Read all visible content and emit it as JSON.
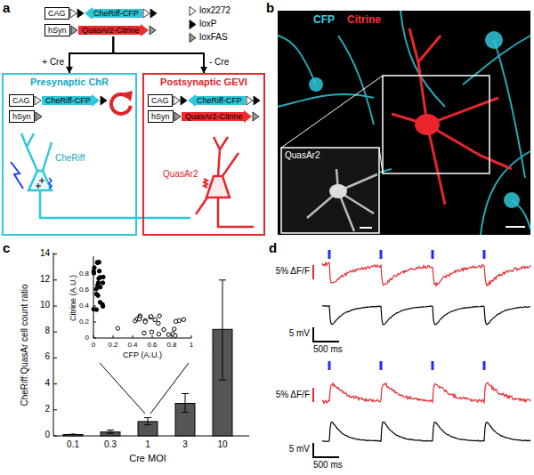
{
  "diagram": {
    "nodes": [
      {
        "text": [
          "CAG"
        ]
      },
      {
        "text": [
          "CheRiff-CFP"
        ]
      },
      {
        "text": [
          "hSyn"
        ]
      },
      {
        "text": [
          "QuasAr2-Citrine"
        ]
      },
      {
        "text": [
          "Presynaptic ChR"
        ]
      },
      {
        "text": [
          "CAG"
        ],
        "in": 4
      },
      {
        "text": [
          "CheRiff-CFP"
        ],
        "in": 4
      },
      {
        "text": [
          "hSyn"
        ],
        "in": 4
      },
      {
        "text": [
          "Postsynaptic GEVI"
        ]
      },
      {
        "text": [
          "CAG"
        ],
        "in": 8
      },
      {
        "text": [
          "CheRiff-CFP"
        ],
        "in": 8
      },
      {
        "text": [
          "hSyn"
        ],
        "in": 8
      },
      {
        "text": [
          "QuasAr2-Citrine"
        ],
        "in": 8
      }
    ],
    "edges": [
      {
        "from": 3,
        "to": 4,
        "label": "+ Cre",
        "arrow": "to"
      },
      {
        "from": 3,
        "to": 8,
        "label": "- Cre",
        "arrow": "to"
      }
    ],
    "labels": [
      "a",
      "CheRiff",
      "QuasAr2",
      "b",
      "CFP",
      "Citrine",
      "QuasAr2",
      "c",
      "CheRiff:QuasAr cell count ratio",
      "0",
      "2",
      "4",
      "6",
      "8",
      "10",
      "12",
      "14",
      "0.1",
      "0.3",
      "1",
      "3",
      "10",
      "Cre MOI",
      "Citrine (A.U.)",
      "0",
      "0.2",
      "0.4",
      "0.6",
      "0.8",
      "0",
      "0.2",
      "0.4",
      "0.6",
      "0.8",
      "1",
      "CFP (A.U.)",
      "d",
      "5% ΔF/F",
      "5 mV",
      "500 ms",
      "5% ΔF/F",
      "5 mV",
      "500 ms"
    ],
    "legend": [
      {
        "text": "lox2272"
      },
      {
        "text": "loxP"
      },
      {
        "text": "loxFAS"
      }
    ]
  }
}
